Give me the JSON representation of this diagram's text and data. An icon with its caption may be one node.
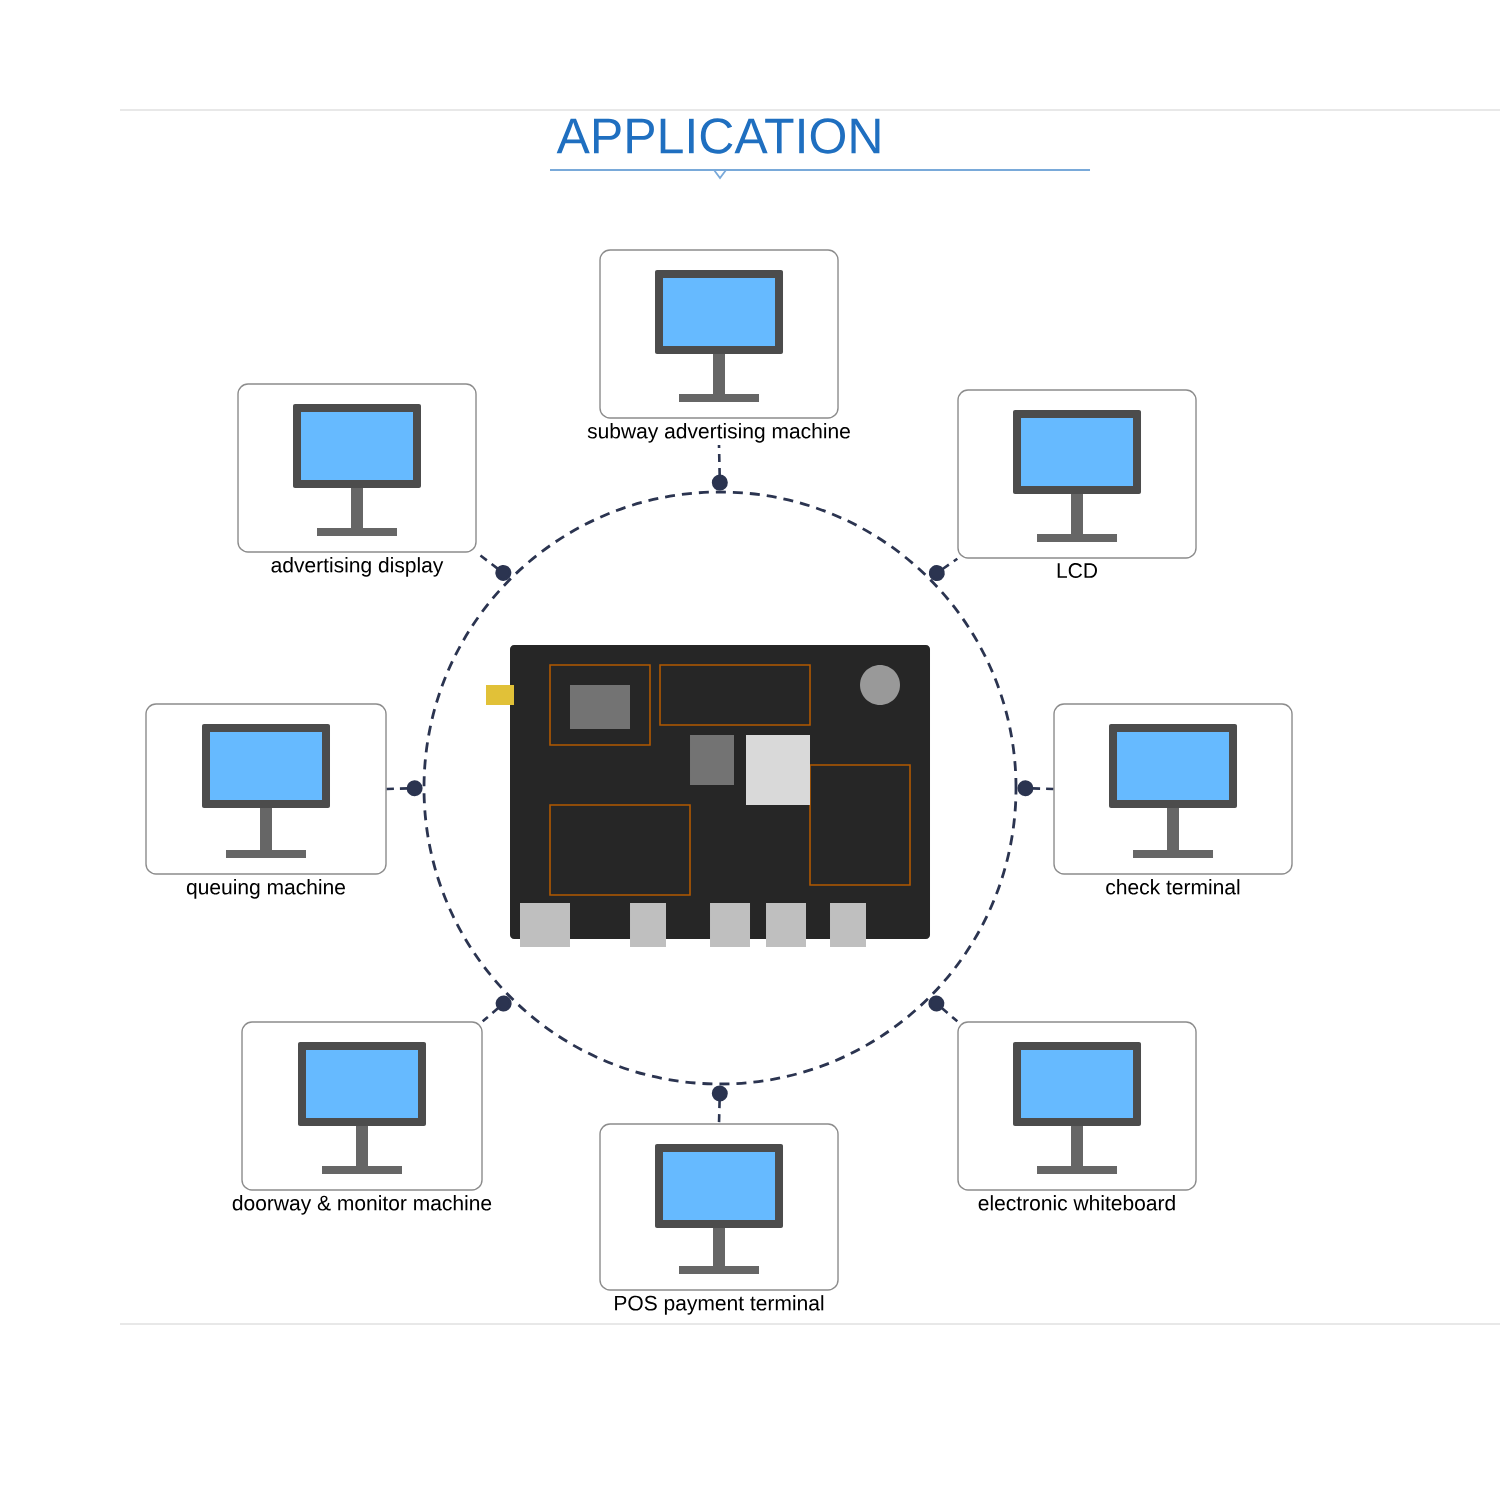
{
  "diagram": {
    "title": "APPLICATION",
    "nodes": [
      {
        "text": [],
        "shape": "circle"
      },
      {
        "text": [],
        "shape": "picture",
        "in": 0
      },
      {
        "text": [
          "subway advertising machine"
        ]
      },
      {
        "text": [
          "advertising display"
        ]
      },
      {
        "text": [
          "LCD"
        ]
      },
      {
        "text": [
          "queuing machine"
        ]
      },
      {
        "text": [
          "check terminal"
        ]
      },
      {
        "text": [
          "doorway & monitor machine"
        ]
      },
      {
        "text": [
          "electronic whiteboard"
        ]
      },
      {
        "text": [
          "POS payment terminal"
        ]
      }
    ],
    "edges": [
      {
        "from": 0,
        "to": 2,
        "arrow": "other",
        "style": "dashed"
      },
      {
        "from": 0,
        "to": 3,
        "arrow": "other",
        "style": "dashed"
      },
      {
        "from": 0,
        "to": 4,
        "arrow": "other",
        "style": "dashed"
      },
      {
        "from": 0,
        "to": 5,
        "arrow": "other",
        "style": "dashed"
      },
      {
        "from": 0,
        "to": 6,
        "arrow": "other",
        "style": "dashed"
      },
      {
        "from": 0,
        "to": 7,
        "arrow": "other",
        "style": "dashed"
      },
      {
        "from": 0,
        "to": 8,
        "arrow": "other",
        "style": "dashed"
      },
      {
        "from": 0,
        "to": 9,
        "arrow": "other",
        "style": "dashed"
      }
    ]
  }
}
